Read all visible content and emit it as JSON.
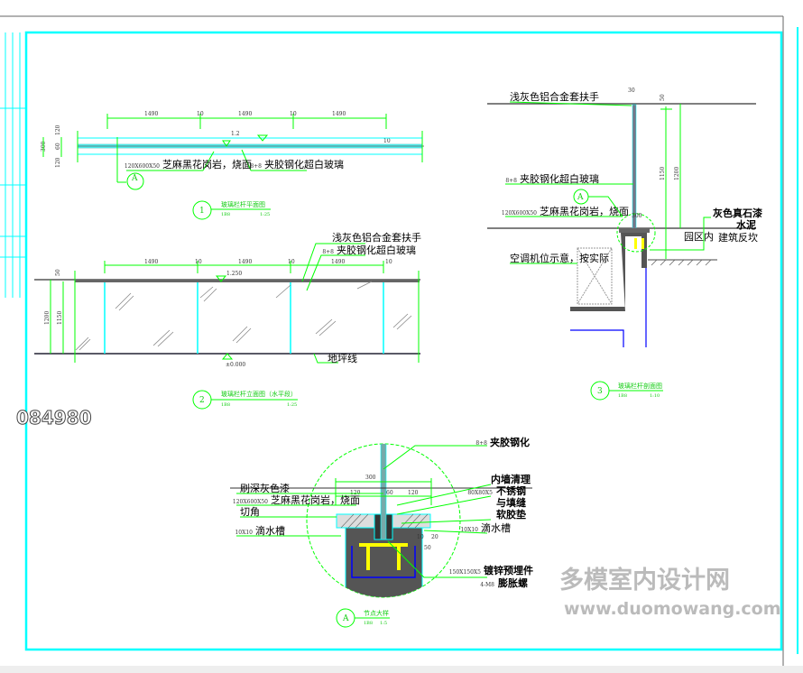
{
  "plan_view": {
    "dims": [
      "1490",
      "10",
      "1490",
      "10",
      "1490",
      "10"
    ],
    "side_dims": [
      "300",
      "120",
      "60",
      "120"
    ],
    "label_granite_code": "120X600X50",
    "label_granite": "芝麻黑花岗岩，烧面",
    "label_glass_code": "8+8",
    "label_glass": "夹胶钢化超白玻璃",
    "section_marker": "A",
    "elevation_mark": "1.2",
    "title_number": "1",
    "title": "玻璃栏杆平面图",
    "scale_left": "1B8",
    "scale": "1:25"
  },
  "elevation_view": {
    "dims": [
      "1490",
      "10",
      "1490",
      "10",
      "1490",
      "10"
    ],
    "side_dims": [
      "1200",
      "1150",
      "50"
    ],
    "label_handrail": "浅灰色铝合金套扶手",
    "label_glass_code": "8+8",
    "label_glass": "夹胶钢化超白玻璃",
    "label_ground": "地坪线",
    "top_level": "1.250",
    "ground_level": "±0.000",
    "title_number": "2",
    "title": "玻璃栏杆立面图（水平段）",
    "scale_left": "1B8",
    "scale": "1:25"
  },
  "section_view": {
    "label_handrail": "浅灰色铝合金套扶手",
    "label_glass_code": "8+8",
    "label_glass": "夹胶钢化超白玻璃",
    "label_granite_code": "120X600X50",
    "label_granite": "芝麻黑花岗岩，烧面",
    "label_ac": "空调机位示意，按实际",
    "label_inside": "园区内",
    "label_paint": "灰色真石漆",
    "label_cement": "水泥",
    "label_curb": "建筑反坎",
    "dims": [
      "30",
      "50",
      "1150",
      "1200",
      "300"
    ],
    "section_marker": "A",
    "title_number": "3",
    "title": "玻璃栏杆剖面图",
    "scale_left": "1B8",
    "scale": "1:10"
  },
  "detail_view": {
    "label_paint": "刷深灰色漆",
    "label_granite_code": "120X600X50",
    "label_granite": "芝麻黑花岗岩，烧面",
    "label_chamfer": "切角",
    "label_drip_left_code": "10X10",
    "label_drip_left": "滴水槽",
    "label_glass_code": "8+8",
    "label_glass": "夹胶钢化",
    "label_wall": "内墙清理",
    "label_steel_code": "80X80X5",
    "label_steel": "不锈钢",
    "label_fill": "与填缝",
    "label_soft": "软胶垫",
    "label_drip_right_code": "10X10",
    "label_drip_right": "滴水槽",
    "label_embed_code": "150X150X5",
    "label_embed": "镀锌预埋件",
    "label_bolt_code": "4-M8",
    "label_bolt": "膨胀螺",
    "dims": [
      "300",
      "120",
      "60",
      "120",
      "10",
      "20",
      "50"
    ],
    "title_number": "A",
    "title": "节点大样",
    "scale_left": "1B8",
    "scale": "1:5"
  },
  "drawing_code": "084980",
  "watermark": {
    "name": "多模室内设计网",
    "url": "www.duomowang.com"
  },
  "colors": {
    "frame": "#00ffff",
    "dimension": "#00ff00",
    "steel": "#ffee00",
    "concrete": "#555555"
  }
}
